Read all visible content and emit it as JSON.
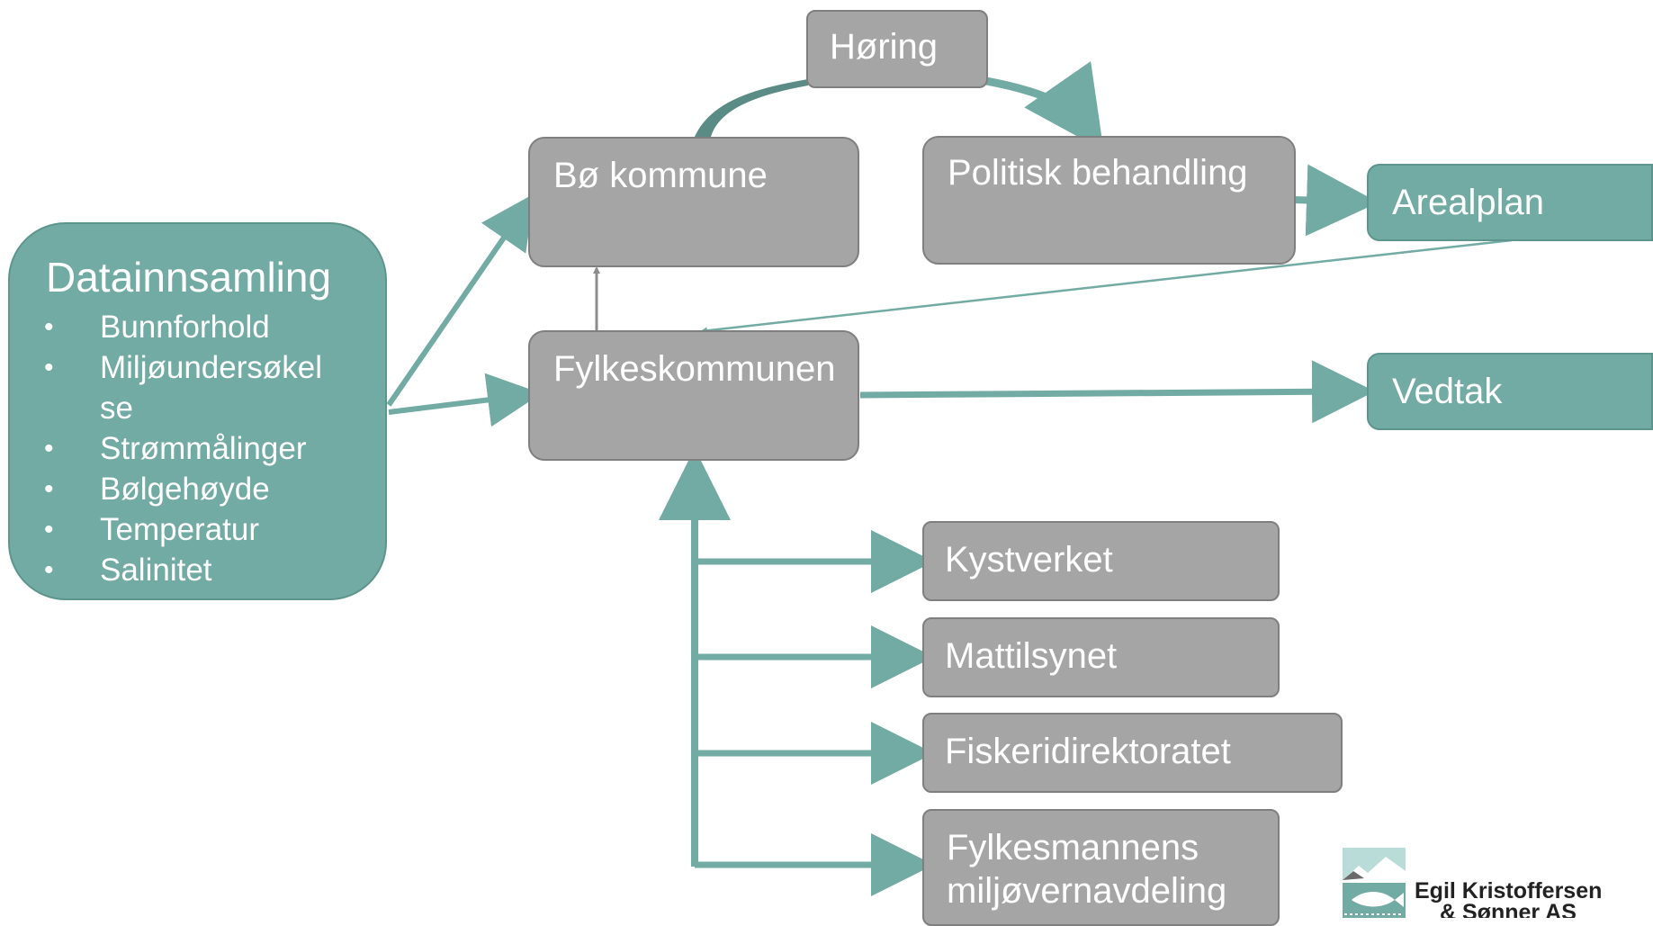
{
  "datainnsamling": {
    "title": "Datainnsamling",
    "items": [
      "Bunnforhold",
      "Miljøundersøkel se",
      "Strømmålinger",
      "Bølgehøyde",
      "Temperatur",
      "Salinitet"
    ],
    "bullet": "•"
  },
  "nodes": {
    "horing": "Høring",
    "bo_kommune": "Bø kommune",
    "politisk": "Politisk behandling",
    "arealplan": "Arealplan",
    "fylkeskommunen": "Fylkeskommunen",
    "vedtak": "Vedtak",
    "kystverket": "Kystverket",
    "mattilsynet": "Mattilsynet",
    "fiskeridirektoratet": "Fiskeridirektoratet",
    "fylkesmannen_line1": "Fylkesmannens",
    "fylkesmannen_line2": "miljøvernavdeling"
  },
  "logo": {
    "line1": "Egil Kristoffersen",
    "line2": "& Sønner AS"
  },
  "colors": {
    "teal": "#72aba3",
    "gray": "#a5a5a5",
    "arrow": "#72aba3"
  }
}
